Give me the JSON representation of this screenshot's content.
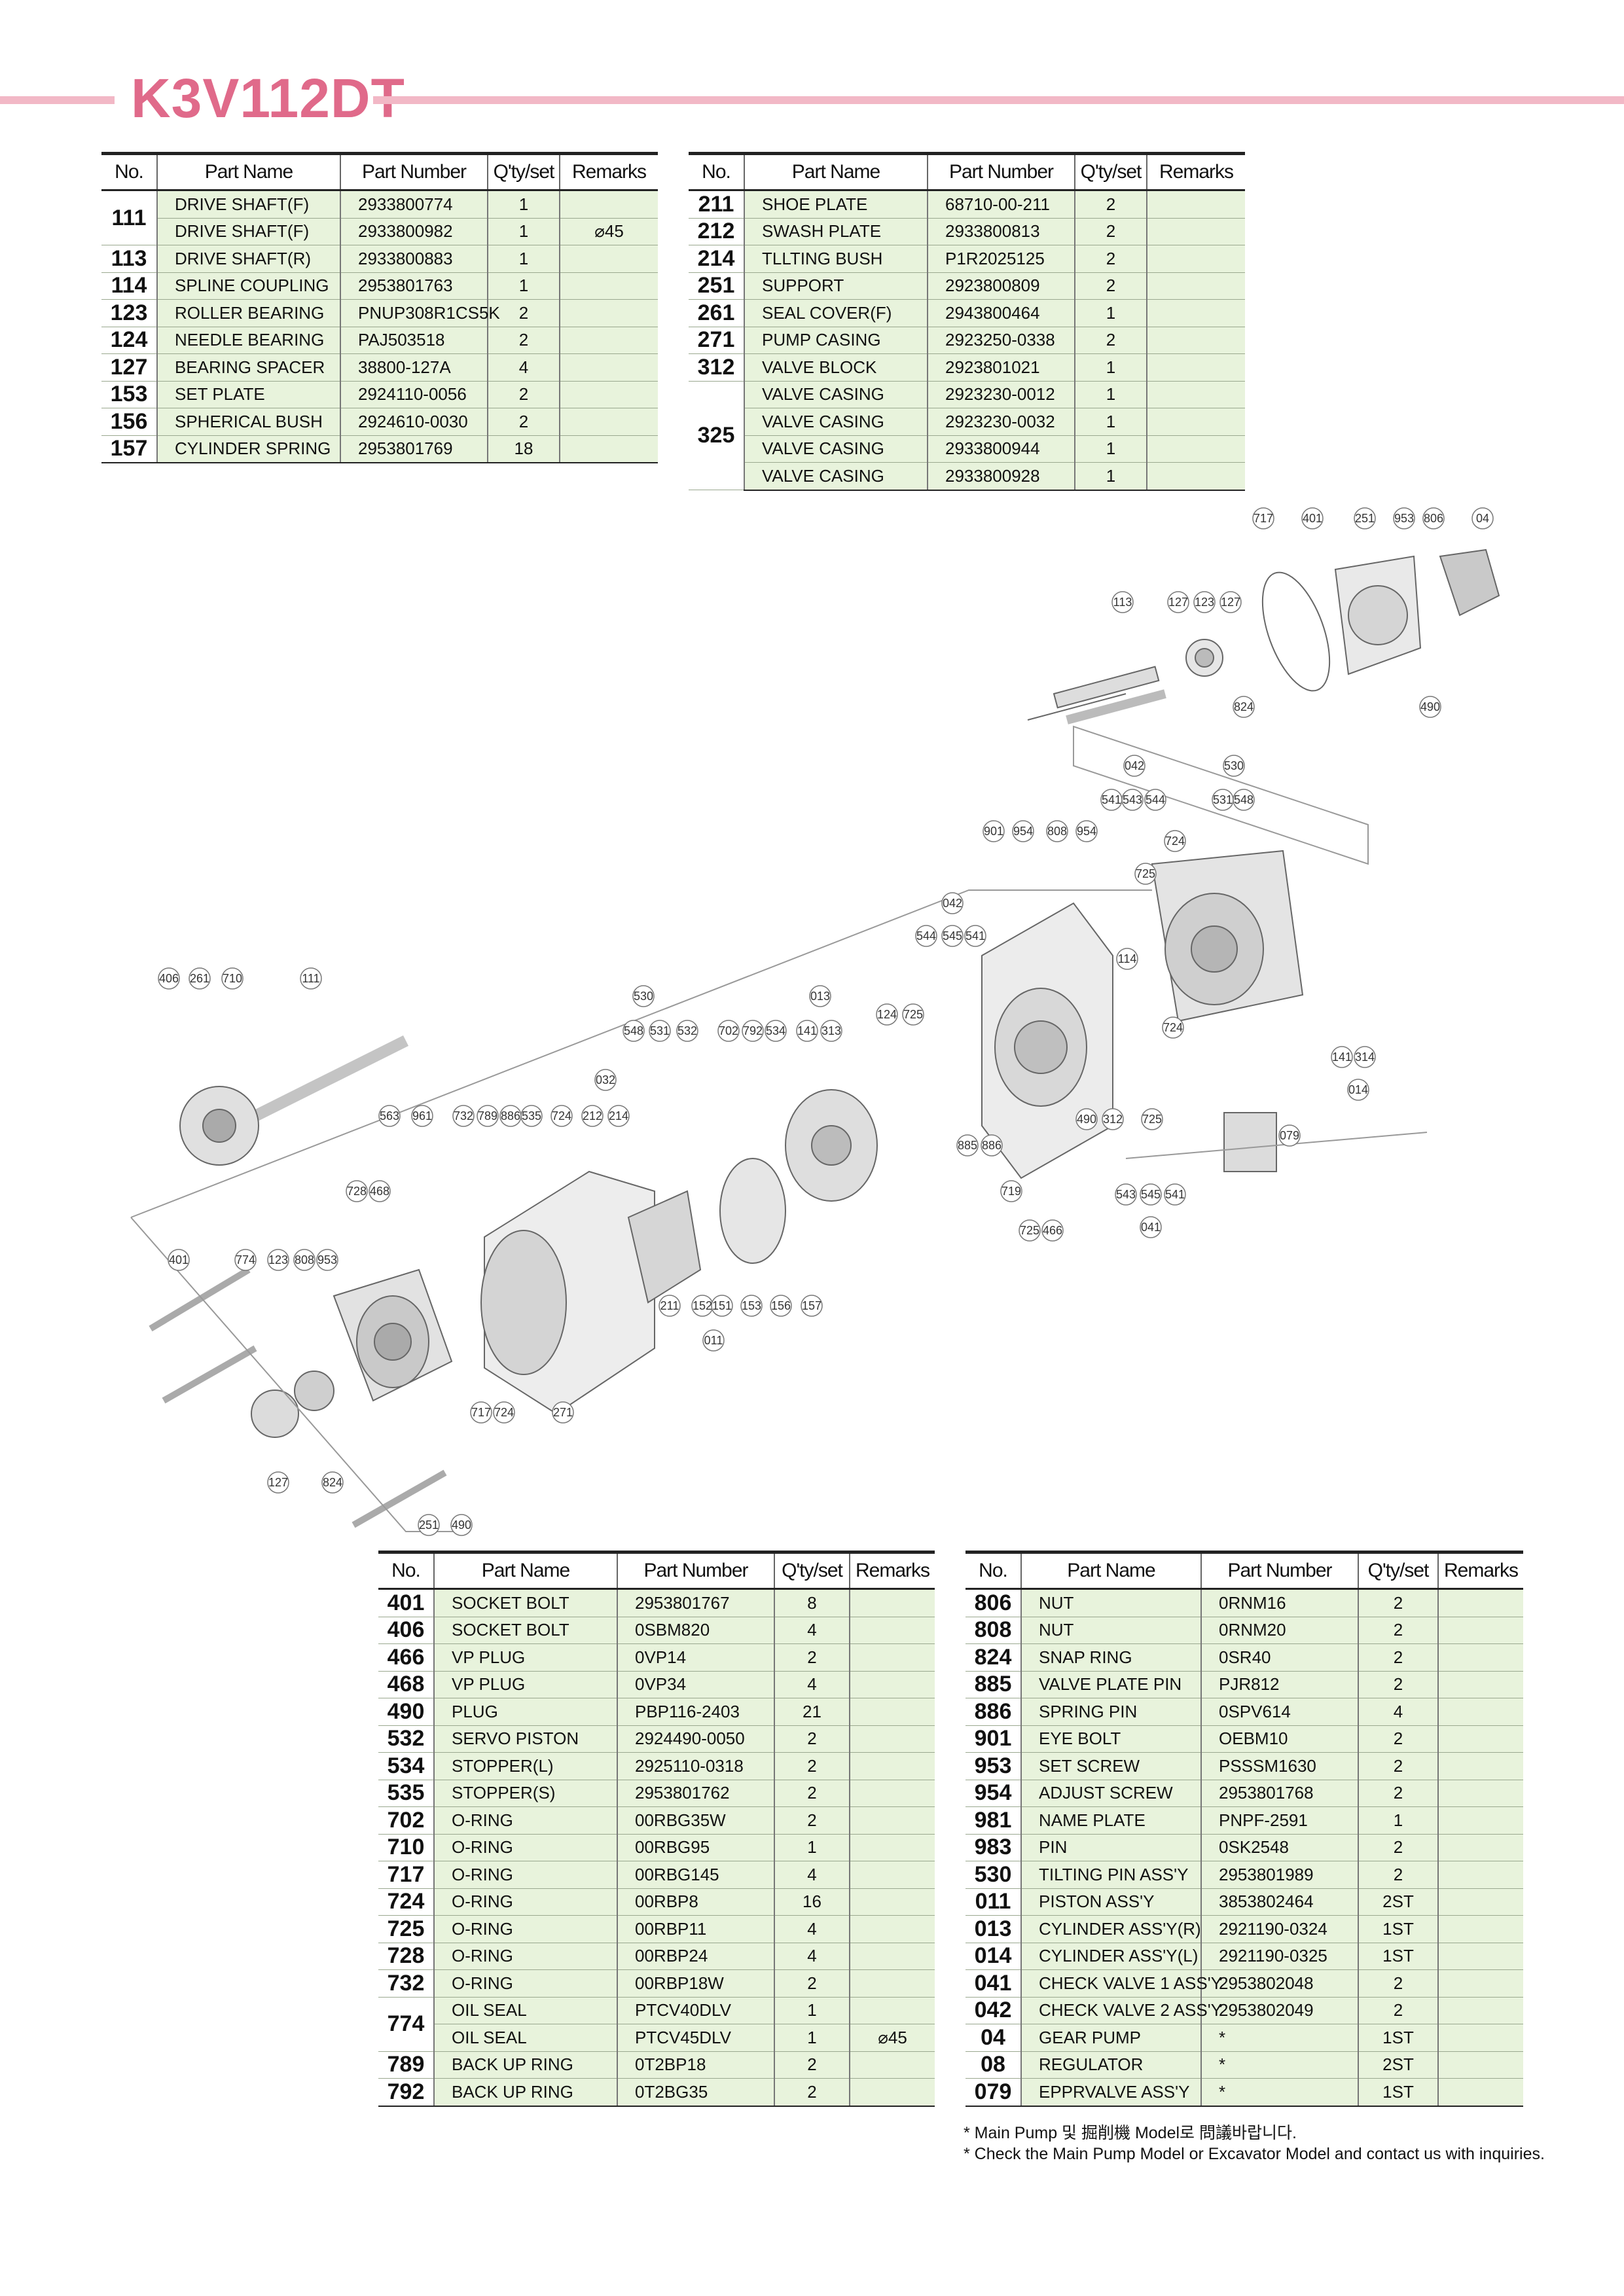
{
  "page_title": "K3V112DT",
  "headers": {
    "no": "No.",
    "part_name": "Part Name",
    "part_number": "Part Number",
    "qty": "Q'ty/set",
    "remarks": "Remarks"
  },
  "table1": [
    {
      "no": "111",
      "span": 2,
      "name": "DRIVE SHAFT(F)",
      "number": "2933800774",
      "qty": "1",
      "remarks": ""
    },
    {
      "no": "",
      "name": "DRIVE SHAFT(F)",
      "number": "2933800982",
      "qty": "1",
      "remarks": "⌀45"
    },
    {
      "no": "113",
      "name": "DRIVE SHAFT(R)",
      "number": "2933800883",
      "qty": "1",
      "remarks": ""
    },
    {
      "no": "114",
      "name": "SPLINE COUPLING",
      "number": "2953801763",
      "qty": "1",
      "remarks": ""
    },
    {
      "no": "123",
      "name": "ROLLER BEARING",
      "number": "PNUP308R1CS5K",
      "qty": "2",
      "remarks": ""
    },
    {
      "no": "124",
      "name": "NEEDLE BEARING",
      "number": "PAJ503518",
      "qty": "2",
      "remarks": ""
    },
    {
      "no": "127",
      "name": "BEARING SPACER",
      "number": "38800-127A",
      "qty": "4",
      "remarks": ""
    },
    {
      "no": "153",
      "name": "SET PLATE",
      "number": "2924110-0056",
      "qty": "2",
      "remarks": ""
    },
    {
      "no": "156",
      "name": "SPHERICAL BUSH",
      "number": "2924610-0030",
      "qty": "2",
      "remarks": ""
    },
    {
      "no": "157",
      "name": "CYLINDER SPRING",
      "number": "2953801769",
      "qty": "18",
      "remarks": ""
    }
  ],
  "table2": [
    {
      "no": "211",
      "name": "SHOE PLATE",
      "number": "68710-00-211",
      "qty": "2",
      "remarks": ""
    },
    {
      "no": "212",
      "name": "SWASH PLATE",
      "number": "2933800813",
      "qty": "2",
      "remarks": ""
    },
    {
      "no": "214",
      "name": "TLLTING BUSH",
      "number": "P1R2025125",
      "qty": "2",
      "remarks": ""
    },
    {
      "no": "251",
      "name": "SUPPORT",
      "number": "2923800809",
      "qty": "2",
      "remarks": ""
    },
    {
      "no": "261",
      "name": "SEAL COVER(F)",
      "number": "2943800464",
      "qty": "1",
      "remarks": ""
    },
    {
      "no": "271",
      "name": "PUMP CASING",
      "number": "2923250-0338",
      "qty": "2",
      "remarks": ""
    },
    {
      "no": "312",
      "name": "VALVE BLOCK",
      "number": "2923801021",
      "qty": "1",
      "remarks": ""
    },
    {
      "no": "325",
      "span": 4,
      "name": "VALVE CASING",
      "number": "2923230-0012",
      "qty": "1",
      "remarks": ""
    },
    {
      "no": "",
      "name": "VALVE CASING",
      "number": "2923230-0032",
      "qty": "1",
      "remarks": ""
    },
    {
      "no": "",
      "name": "VALVE CASING",
      "number": "2933800944",
      "qty": "1",
      "remarks": ""
    },
    {
      "no": "",
      "name": "VALVE CASING",
      "number": "2933800928",
      "qty": "1",
      "remarks": ""
    }
  ],
  "table3": [
    {
      "no": "401",
      "name": "SOCKET BOLT",
      "number": "2953801767",
      "qty": "8",
      "remarks": ""
    },
    {
      "no": "406",
      "name": "SOCKET BOLT",
      "number": "0SBM820",
      "qty": "4",
      "remarks": ""
    },
    {
      "no": "466",
      "name": "VP PLUG",
      "number": "0VP14",
      "qty": "2",
      "remarks": ""
    },
    {
      "no": "468",
      "name": "VP PLUG",
      "number": "0VP34",
      "qty": "4",
      "remarks": ""
    },
    {
      "no": "490",
      "name": "PLUG",
      "number": "PBP116-2403",
      "qty": "21",
      "remarks": ""
    },
    {
      "no": "532",
      "name": "SERVO PISTON",
      "number": "2924490-0050",
      "qty": "2",
      "remarks": ""
    },
    {
      "no": "534",
      "name": "STOPPER(L)",
      "number": "2925110-0318",
      "qty": "2",
      "remarks": ""
    },
    {
      "no": "535",
      "name": "STOPPER(S)",
      "number": "2953801762",
      "qty": "2",
      "remarks": ""
    },
    {
      "no": "702",
      "name": "O-RING",
      "number": "00RBG35W",
      "qty": "2",
      "remarks": ""
    },
    {
      "no": "710",
      "name": "O-RING",
      "number": "00RBG95",
      "qty": "1",
      "remarks": ""
    },
    {
      "no": "717",
      "name": "O-RING",
      "number": "00RBG145",
      "qty": "4",
      "remarks": ""
    },
    {
      "no": "724",
      "name": "O-RING",
      "number": "00RBP8",
      "qty": "16",
      "remarks": ""
    },
    {
      "no": "725",
      "name": "O-RING",
      "number": "00RBP11",
      "qty": "4",
      "remarks": ""
    },
    {
      "no": "728",
      "name": "O-RING",
      "number": "00RBP24",
      "qty": "4",
      "remarks": ""
    },
    {
      "no": "732",
      "name": "O-RING",
      "number": "00RBP18W",
      "qty": "2",
      "remarks": ""
    },
    {
      "no": "774",
      "span": 2,
      "name": "OIL SEAL",
      "number": "PTCV40DLV",
      "qty": "1",
      "remarks": ""
    },
    {
      "no": "",
      "name": "OIL SEAL",
      "number": "PTCV45DLV",
      "qty": "1",
      "remarks": "⌀45"
    },
    {
      "no": "789",
      "name": "BACK UP RING",
      "number": "0T2BP18",
      "qty": "2",
      "remarks": ""
    },
    {
      "no": "792",
      "name": "BACK UP RING",
      "number": "0T2BG35",
      "qty": "2",
      "remarks": ""
    }
  ],
  "table4": [
    {
      "no": "806",
      "name": "NUT",
      "number": "0RNM16",
      "qty": "2",
      "remarks": ""
    },
    {
      "no": "808",
      "name": "NUT",
      "number": "0RNM20",
      "qty": "2",
      "remarks": ""
    },
    {
      "no": "824",
      "name": "SNAP RING",
      "number": "0SR40",
      "qty": "2",
      "remarks": ""
    },
    {
      "no": "885",
      "name": "VALVE PLATE PIN",
      "number": "PJR812",
      "qty": "2",
      "remarks": ""
    },
    {
      "no": "886",
      "name": "SPRING PIN",
      "number": "0SPV614",
      "qty": "4",
      "remarks": ""
    },
    {
      "no": "901",
      "name": "EYE BOLT",
      "number": "OEBM10",
      "qty": "2",
      "remarks": ""
    },
    {
      "no": "953",
      "name": "SET SCREW",
      "number": "PSSSM1630",
      "qty": "2",
      "remarks": ""
    },
    {
      "no": "954",
      "name": "ADJUST SCREW",
      "number": "2953801768",
      "qty": "2",
      "remarks": ""
    },
    {
      "no": "981",
      "name": "NAME PLATE",
      "number": "PNPF-2591",
      "qty": "1",
      "remarks": ""
    },
    {
      "no": "983",
      "name": "PIN",
      "number": "0SK2548",
      "qty": "2",
      "remarks": ""
    },
    {
      "no": "530",
      "name": "TILTING PIN ASS'Y",
      "number": "2953801989",
      "qty": "2",
      "remarks": ""
    },
    {
      "no": "011",
      "name": "PISTON ASS'Y",
      "number": "3853802464",
      "qty": "2ST",
      "remarks": ""
    },
    {
      "no": "013",
      "name": "CYLINDER ASS'Y(R)",
      "number": "2921190-0324",
      "qty": "1ST",
      "remarks": ""
    },
    {
      "no": "014",
      "name": "CYLINDER ASS'Y(L)",
      "number": "2921190-0325",
      "qty": "1ST",
      "remarks": ""
    },
    {
      "no": "041",
      "name": "CHECK VALVE 1 ASS'Y",
      "number": "2953802048",
      "qty": "2",
      "remarks": ""
    },
    {
      "no": "042",
      "name": "CHECK VALVE 2 ASS'Y",
      "number": "2953802049",
      "qty": "2",
      "remarks": ""
    },
    {
      "no": "04",
      "name": "GEAR PUMP",
      "number": "*",
      "qty": "1ST",
      "remarks": ""
    },
    {
      "no": "08",
      "name": "REGULATOR",
      "number": "*",
      "qty": "2ST",
      "remarks": ""
    },
    {
      "no": "079",
      "name": "EPPRVALVE ASS'Y",
      "number": "*",
      "qty": "1ST",
      "remarks": ""
    }
  ],
  "notes": [
    "* Main Pump 및 掘削機 Model로 問議바랍니다.",
    "* Check the Main Pump Model or Excavator Model and contact us with inquiries."
  ],
  "diagram_callouts": [
    "717",
    "401",
    "251",
    "953",
    "806",
    "04",
    "113",
    "127",
    "123",
    "127",
    "824",
    "490",
    "042",
    "530",
    "541",
    "543",
    "544",
    "531",
    "548",
    "901",
    "954",
    "808",
    "954",
    "724",
    "725",
    "042",
    "544",
    "545",
    "541",
    "114",
    "724",
    "406",
    "261",
    "710",
    "111",
    "530",
    "013",
    "548",
    "531",
    "532",
    "702",
    "792",
    "534",
    "141",
    "313",
    "124",
    "725",
    "032",
    "563",
    "961",
    "732",
    "789",
    "886",
    "535",
    "724",
    "212",
    "214",
    "490",
    "312",
    "725",
    "141",
    "314",
    "014",
    "079",
    "885",
    "886",
    "728",
    "468",
    "719",
    "543",
    "545",
    "541",
    "725",
    "466",
    "041",
    "401",
    "774",
    "123",
    "808",
    "953",
    "211",
    "152",
    "151",
    "153",
    "156",
    "157",
    "011",
    "717",
    "724",
    "271",
    "127",
    "824",
    "251",
    "490"
  ]
}
